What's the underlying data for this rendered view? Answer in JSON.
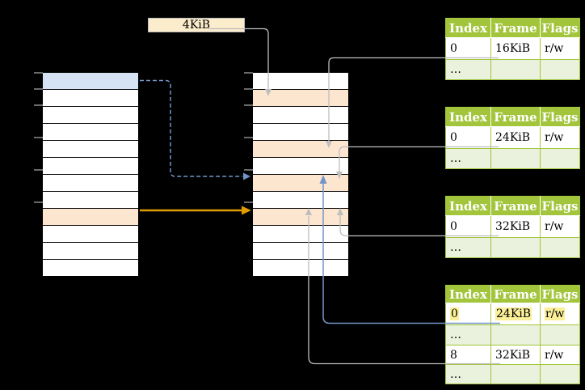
{
  "colors": {
    "background": "#000000",
    "page_blue": "#D5E3F5",
    "page_peach": "#FCE6D0",
    "label_cream": "#FBECCB",
    "table_green": "#A2C53C",
    "table_green_light": "#EAF1DC",
    "highlight_yellow": "#FBF099",
    "connector_gray": "#BEBEBE",
    "connector_blue": "#7495C8",
    "arrow_orange": "#E09C00",
    "tick_gray": "#8C8C8C"
  },
  "labels": {
    "page_size": "4KiB"
  },
  "memory_columns": {
    "left": {
      "row_count": 12,
      "row_fills": {
        "0": "blue",
        "8": "peach"
      }
    },
    "middle": {
      "row_count": 12,
      "row_fills": {
        "1": "peach",
        "4": "peach",
        "6": "peach",
        "8": "peach"
      }
    }
  },
  "page_tables": [
    {
      "headers": [
        "Index",
        "Frame",
        "Flags"
      ],
      "rows": [
        {
          "index": "0",
          "frame": "16KiB",
          "flags": "r/w"
        },
        {
          "index": "…",
          "frame": "",
          "flags": ""
        }
      ]
    },
    {
      "headers": [
        "Index",
        "Frame",
        "Flags"
      ],
      "rows": [
        {
          "index": "0",
          "frame": "24KiB",
          "flags": "r/w"
        },
        {
          "index": "…",
          "frame": "",
          "flags": ""
        }
      ]
    },
    {
      "headers": [
        "Index",
        "Frame",
        "Flags"
      ],
      "rows": [
        {
          "index": "0",
          "frame": "32KiB",
          "flags": "r/w"
        },
        {
          "index": "…",
          "frame": "",
          "flags": ""
        }
      ]
    },
    {
      "headers": [
        "Index",
        "Frame",
        "Flags"
      ],
      "rows": [
        {
          "index": "0",
          "frame": "24KiB",
          "flags": "r/w",
          "highlighted": true
        },
        {
          "index": "…",
          "frame": "",
          "flags": ""
        },
        {
          "index": "8",
          "frame": "32KiB",
          "flags": "r/w"
        },
        {
          "index": "…",
          "frame": "",
          "flags": ""
        }
      ]
    }
  ]
}
